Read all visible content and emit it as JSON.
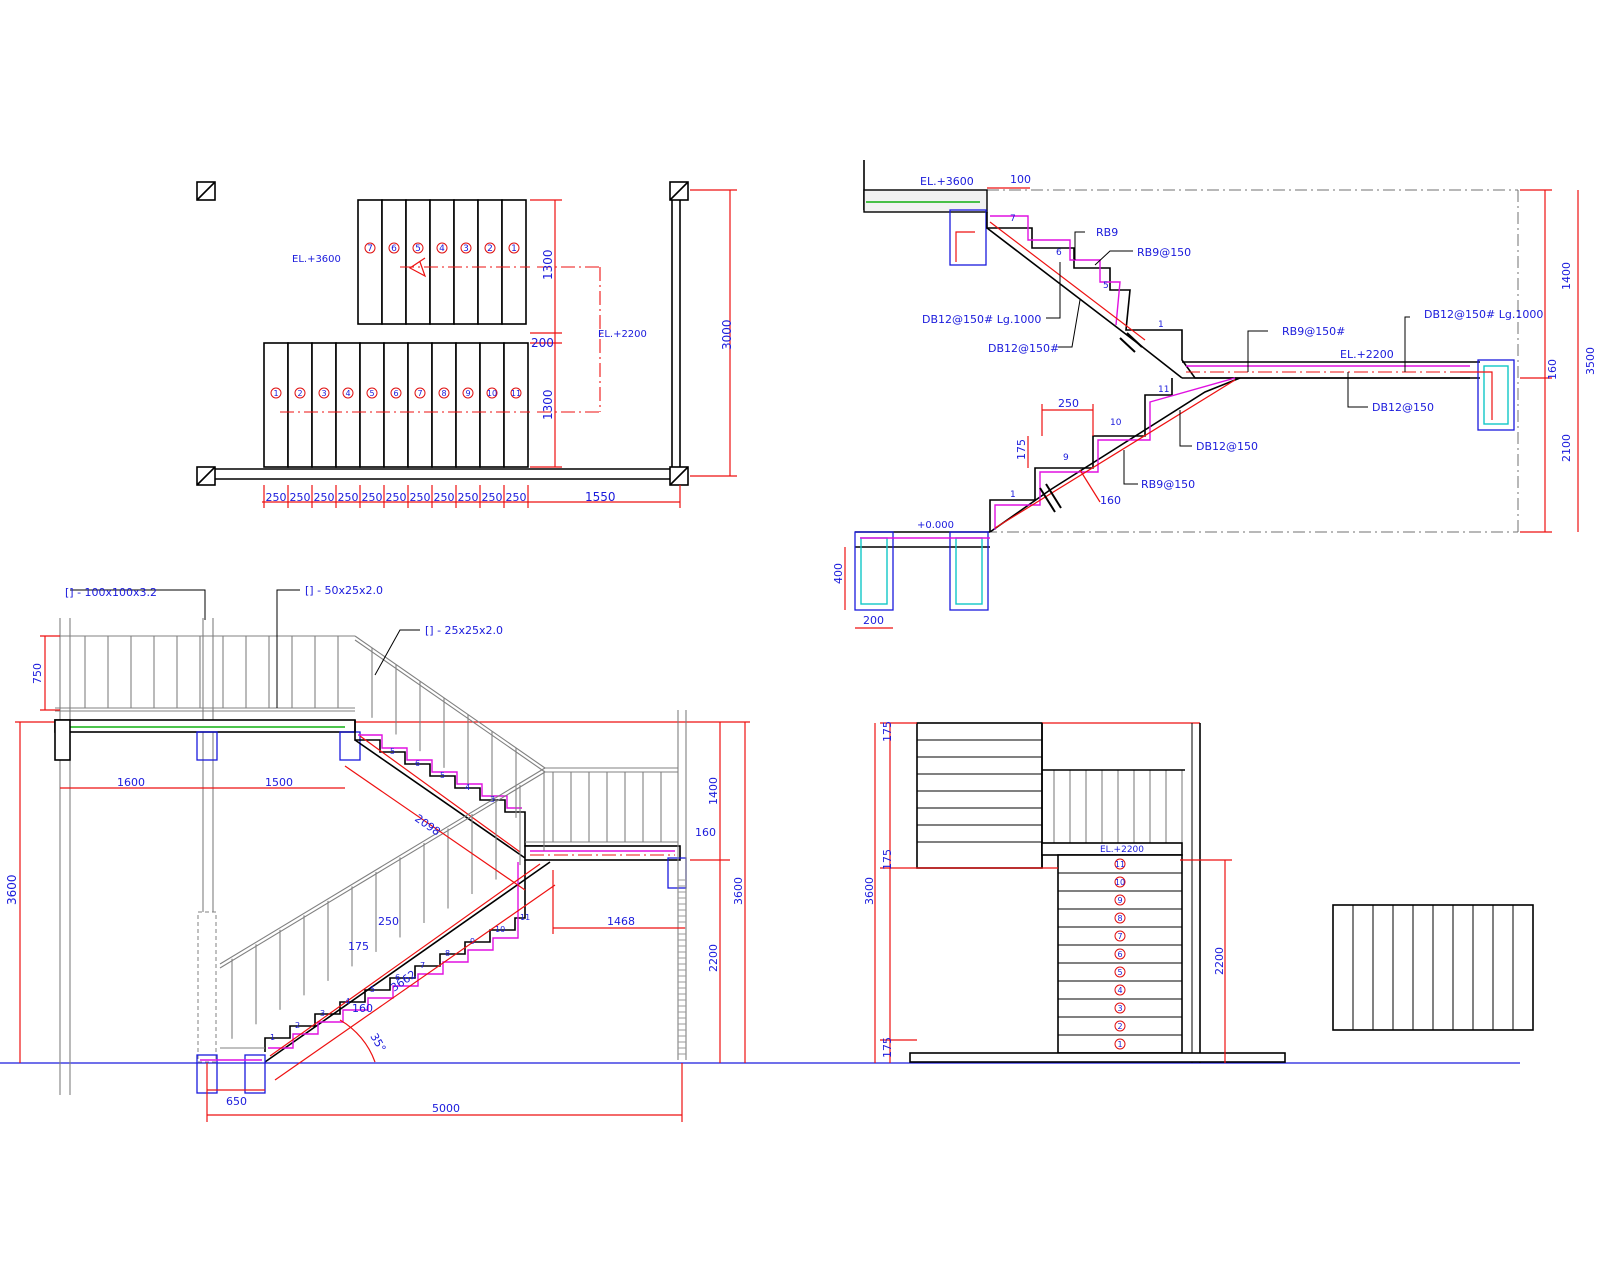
{
  "plan": {
    "elev_upper": "EL.+3600",
    "elev_landing": "EL.+2200",
    "upper_flight_marks": [
      "7",
      "6",
      "5",
      "4",
      "3",
      "2",
      "1"
    ],
    "lower_flight_marks": [
      "1",
      "2",
      "3",
      "4",
      "5",
      "6",
      "7",
      "8",
      "9",
      "10",
      "11"
    ],
    "tread_dims": [
      "250",
      "250",
      "250",
      "250",
      "250",
      "250",
      "250",
      "250",
      "250",
      "250",
      "250"
    ],
    "dim_landing_len": "1550",
    "dim_width_upper": "1300",
    "dim_gap": "200",
    "dim_width_lower": "1300",
    "dim_total": "3000"
  },
  "section": {
    "elev_top": "EL.+3600",
    "elev_mid": "EL.+2200",
    "elev_ground": "+0.000",
    "dim_slab": "100",
    "dim_landing_thk": "160",
    "dim_riser": "175",
    "dim_tread": "250",
    "dim_waist": "160",
    "dim_beam_depth": "400",
    "dim_beam_width": "200",
    "dim_upper_height": "1400",
    "dim_lower_height": "2100",
    "dim_total_height": "3500",
    "rebar": [
      "RB9",
      "RB9@150",
      "DB12@150# Lg.1000",
      "DB12@150#",
      "RB9@150#",
      "DB12@150# Lg.1000",
      "DB12@150",
      "DB12@150",
      "RB9@150"
    ],
    "upper_steps": [
      "7",
      "6",
      "5",
      "1"
    ],
    "lower_steps": [
      "11",
      "10",
      "9",
      "1"
    ]
  },
  "elevation": {
    "section_labels": [
      "[] - 100x100x3.2",
      "[] - 50x25x2.0",
      "[] - 25x25x2.0"
    ],
    "dim_rail_height": "750",
    "dim_1600": "1600",
    "dim_1500": "1500",
    "dim_upper_flight": "2098",
    "dim_1400": "1400",
    "dim_160": "160",
    "dim_3600_left": "3600",
    "dim_3600_right": "3600",
    "dim_2200": "2200",
    "dim_1468": "1468",
    "dim_250": "250",
    "dim_175": "175",
    "dim_3662": "3662",
    "dim_160_waist": "160",
    "angle": "35°",
    "dim_650": "650",
    "dim_5000": "5000",
    "upper_step_nums": [
      "5",
      "6",
      "5",
      "4",
      "3",
      "2",
      "1"
    ],
    "lower_step_nums": [
      "1",
      "2",
      "3",
      "4",
      "5",
      "6",
      "7",
      "8",
      "9",
      "10",
      "11"
    ]
  },
  "side": {
    "elev_landing": "EL.+2200",
    "dim_175_top": "175",
    "dim_175_mid": "175",
    "dim_175_bot": "175",
    "dim_3600": "3600",
    "dim_2200": "2200",
    "step_marks": [
      "11",
      "10",
      "9",
      "8",
      "7",
      "6",
      "5",
      "4",
      "3",
      "2",
      "1"
    ]
  }
}
